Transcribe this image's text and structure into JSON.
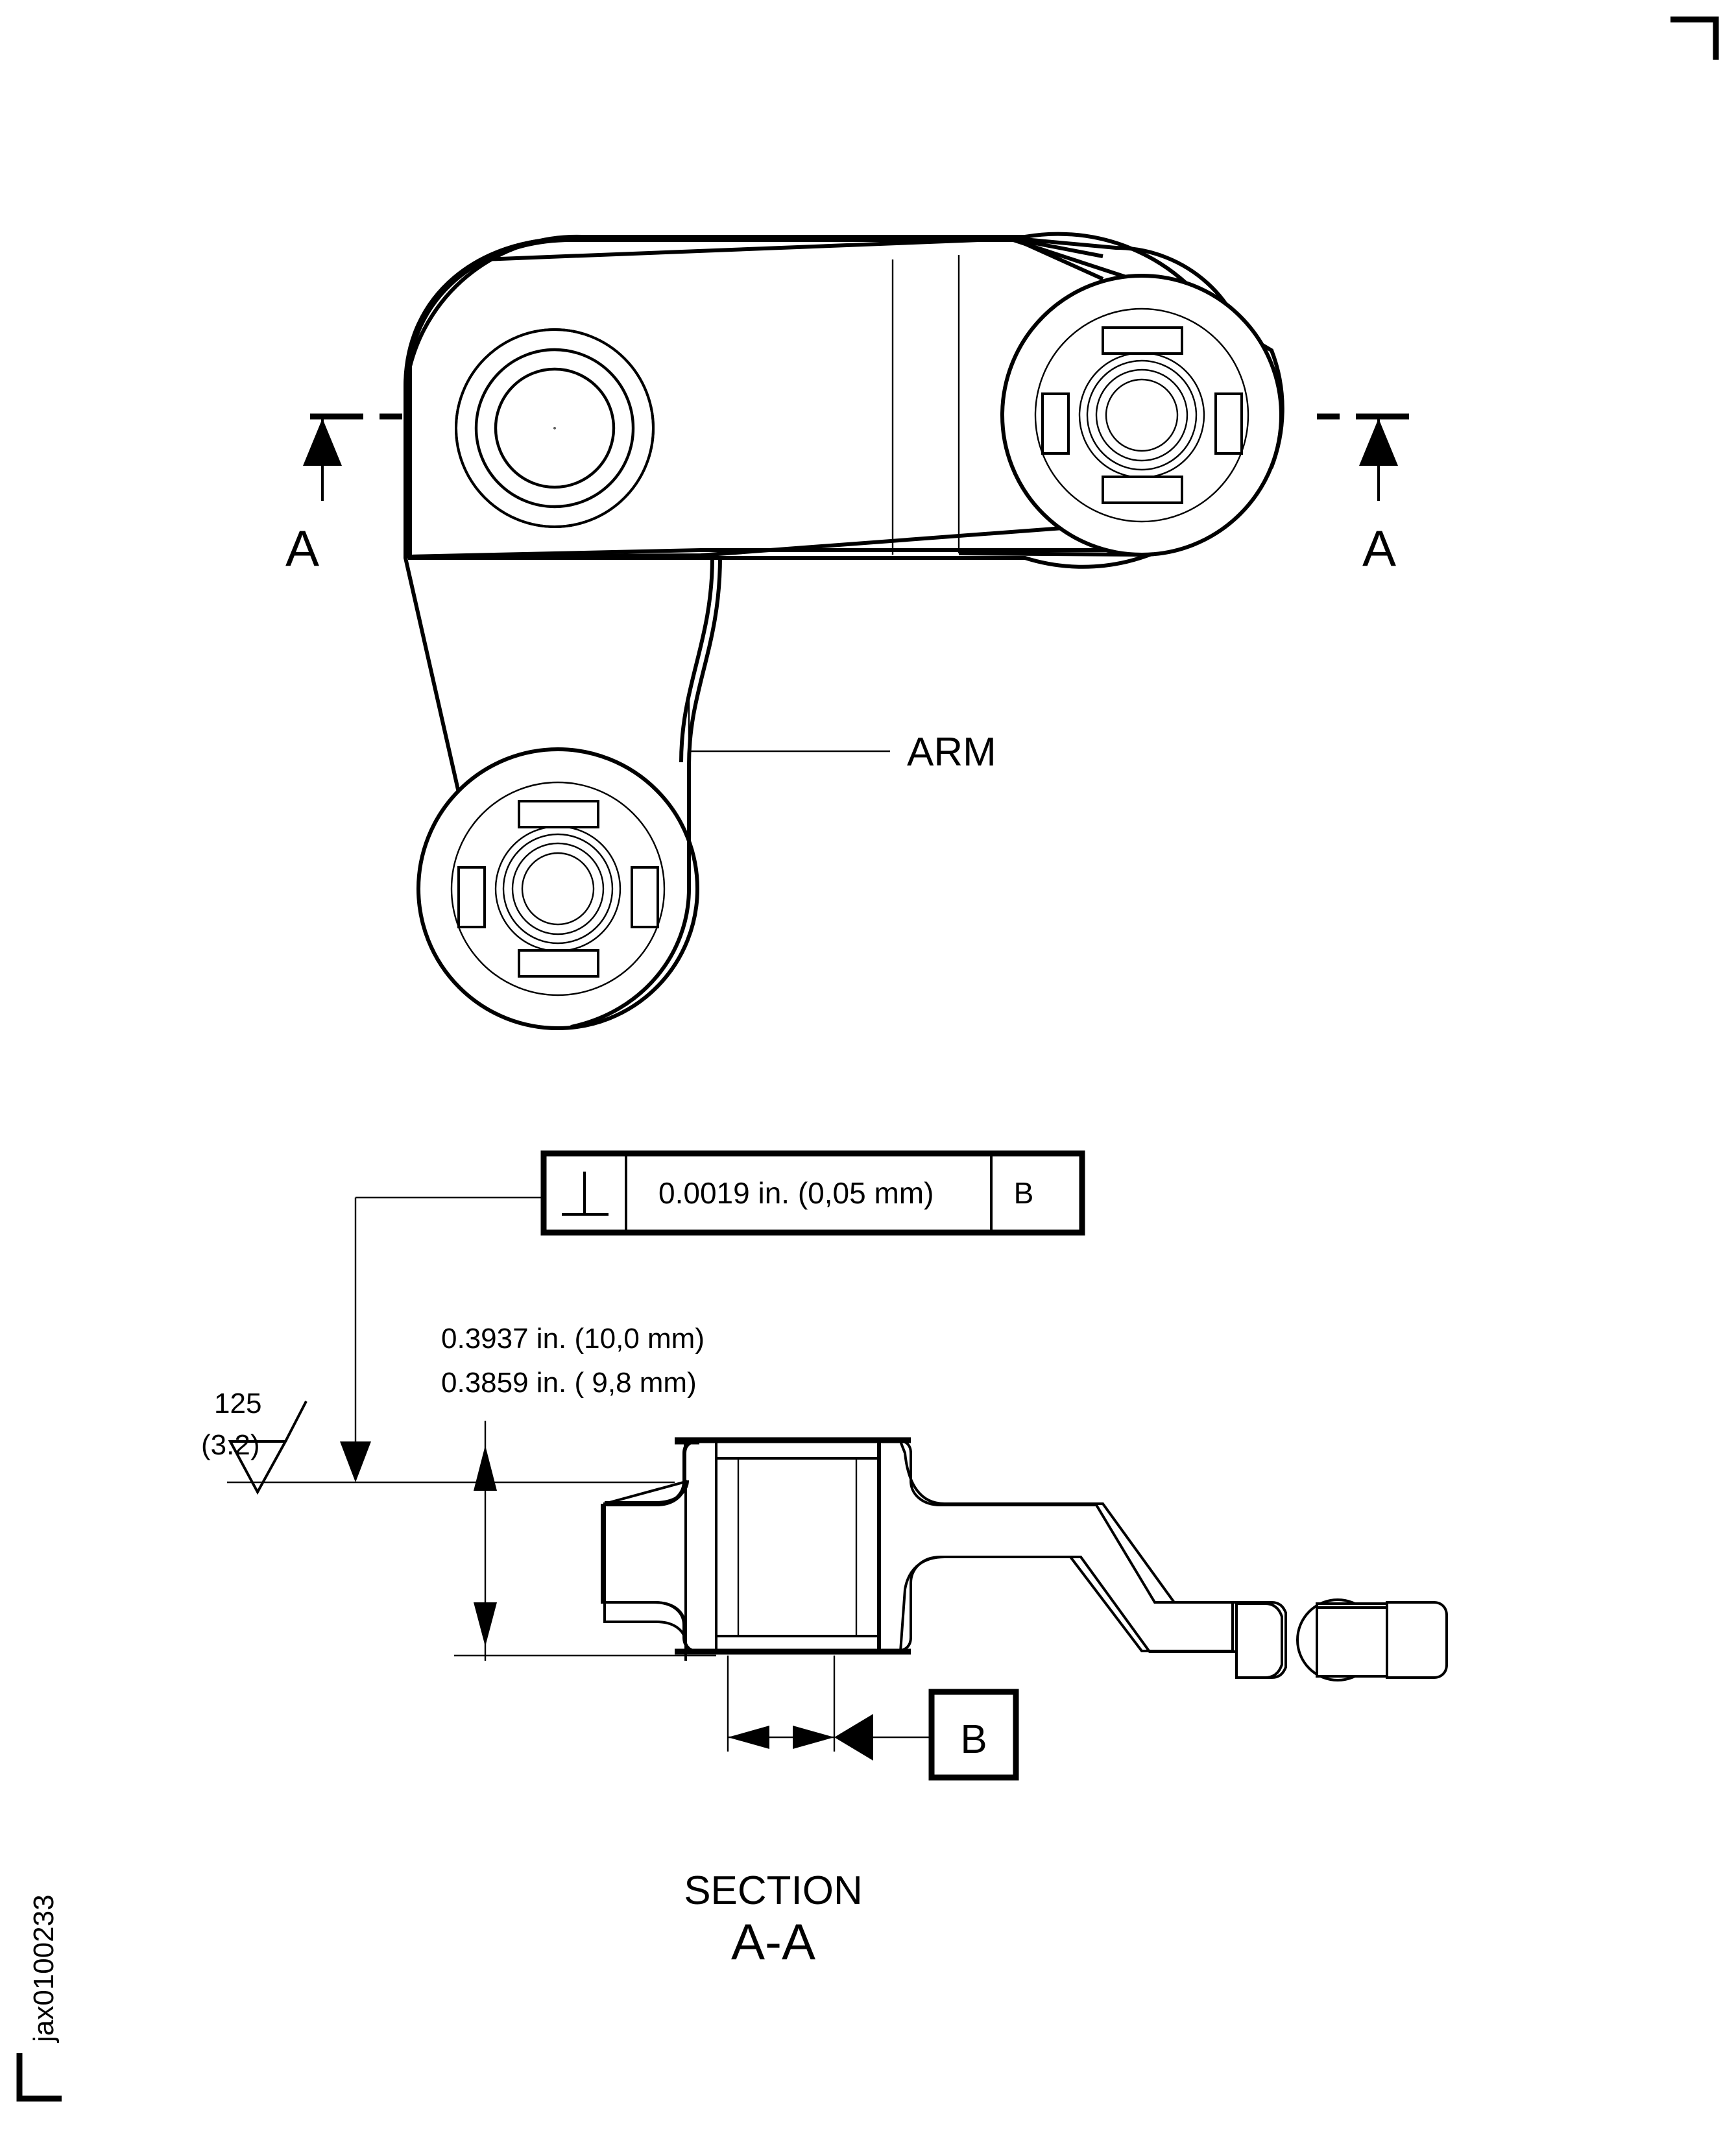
{
  "drawing": {
    "id_code": "jax0100233",
    "part_label": "ARM",
    "section_word": "SECTION",
    "section_name": "A-A",
    "section_arrow_left_label": "A",
    "section_arrow_right_label": "A",
    "datum_label": "B",
    "line_color": "#000000",
    "background_color": "#ffffff"
  },
  "feature_control_frame": {
    "symbol": "perpendicularity-icon",
    "tolerance": "0.0019 in. (0,05  mm)",
    "datum": "B"
  },
  "dimensions": {
    "thickness_max": "0.3937 in. (10,0  mm)",
    "thickness_min": "0.3859 in. ( 9,8  mm)"
  },
  "surface_finish": {
    "value_in": "125",
    "value_mm": "(3.2)",
    "symbol": "surface-roughness-triangle-icon"
  }
}
